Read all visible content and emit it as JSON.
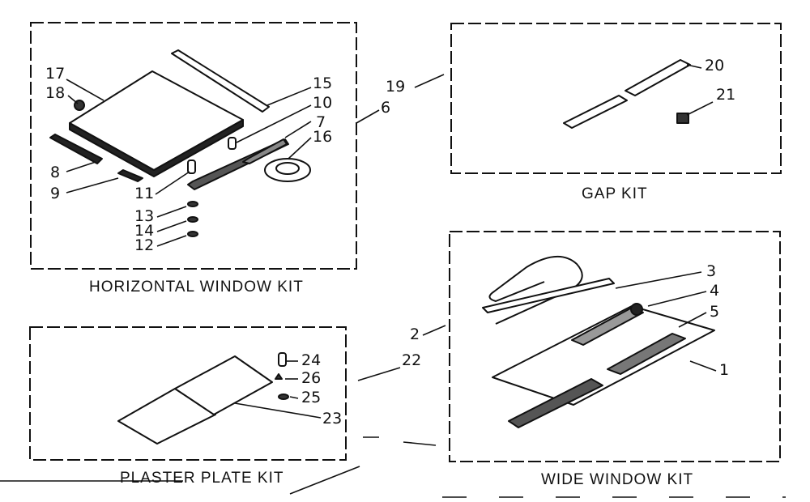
{
  "kits": {
    "horizontal_window": {
      "title": "HORIZONTAL WINDOW KIT",
      "callouts": {
        "p17": "17",
        "p18": "18",
        "p15": "15",
        "p10": "10",
        "p7": "7",
        "p16": "16",
        "p8": "8",
        "p9": "9",
        "p11": "11",
        "p13": "13",
        "p14": "14",
        "p12": "12"
      }
    },
    "horizontal_window_kit_no": "6",
    "gap": {
      "title": "GAP KIT",
      "callouts": {
        "p20": "20",
        "p21": "21"
      }
    },
    "gap_kit_no": "19",
    "plaster_plate": {
      "title": "PLASTER PLATE KIT",
      "callouts": {
        "p24": "24",
        "p26": "26",
        "p25": "25",
        "p23": "23"
      }
    },
    "plaster_plate_kit_no": "22",
    "wide_window": {
      "title": "WIDE WINDOW KIT",
      "callouts": {
        "p3": "3",
        "p4": "4",
        "p5": "5",
        "p1": "1"
      }
    },
    "wide_window_kit_no": "2"
  }
}
